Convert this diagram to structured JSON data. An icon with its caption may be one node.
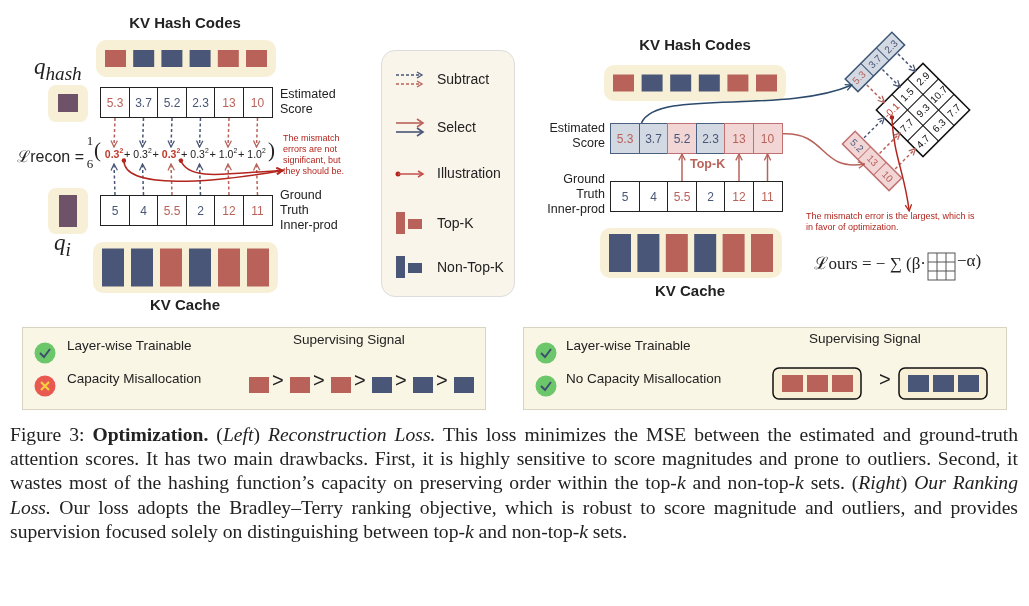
{
  "diagram": {
    "caption": "Figure 3: **Optimization.** (*Left*) *Reconstruction Loss.* This loss minimizes the MSE between the estimated and ground-truth attention scores. It has two main drawbacks. First, it is highly sensitive to score magnitudes and prone to outliers. Second, it wastes most of the hashing function’s capacity on preserving order within the top-*k* and non-top-*k* sets. (*Right*) *Our Ranking Loss.* Our loss adopts the Bradley–Terry ranking objective, which is robust to score magnitude and outliers, and provides supervision focused solely on distinguishing between top-*k* and non-top-*k* sets.",
    "nodes": [
      {
        "text": [
          "5.3"
        ]
      },
      {
        "text": [
          "3.7"
        ]
      },
      {
        "text": [
          "5.2"
        ]
      },
      {
        "text": [
          "2.3"
        ]
      },
      {
        "text": [
          "13"
        ]
      },
      {
        "text": [
          "10"
        ]
      },
      {
        "text": [
          "0.3$^{2}$"
        ]
      },
      {
        "text": [
          "0.3$^{2}$"
        ]
      },
      {
        "text": [
          "0.3$^{2}$"
        ]
      },
      {
        "text": [
          "0.3$^{2}$"
        ]
      },
      {
        "text": [
          "1.0$^{2}$"
        ]
      },
      {
        "text": [
          "1.0$^{2}$"
        ]
      },
      {
        "text": [
          "5"
        ]
      },
      {
        "text": [
          "4"
        ]
      },
      {
        "text": [
          "5.5"
        ]
      },
      {
        "text": [
          "2"
        ]
      },
      {
        "text": [
          "12"
        ]
      },
      {
        "text": [
          "11"
        ]
      },
      {
        "text": [
          "The mismatch errors are not significant, but they should be."
        ]
      },
      {
        "text": [
          "5.3"
        ]
      },
      {
        "text": [
          "3.7"
        ]
      },
      {
        "text": [
          "5.2"
        ]
      },
      {
        "text": [
          "2.3"
        ]
      },
      {
        "text": [
          "13"
        ]
      },
      {
        "text": [
          "10"
        ]
      },
      {
        "text": [
          "5"
        ]
      },
      {
        "text": [
          "4"
        ]
      },
      {
        "text": [
          "5.5"
        ]
      },
      {
        "text": [
          "2"
        ]
      },
      {
        "text": [
          "12"
        ]
      },
      {
        "text": [
          "11"
        ]
      },
      {
        "text": [
          "5.3"
        ]
      },
      {
        "text": [
          "3.7"
        ]
      },
      {
        "text": [
          "2.3"
        ]
      },
      {
        "text": [
          "5.2"
        ]
      },
      {
        "text": [
          "13"
        ]
      },
      {
        "text": [
          "10"
        ]
      },
      {
        "text": [
          "-0.1"
        ]
      },
      {
        "text": [
          "1.5"
        ]
      },
      {
        "text": [
          "2.9"
        ]
      },
      {
        "text": [
          "7.7"
        ]
      },
      {
        "text": [
          "9.3"
        ]
      },
      {
        "text": [
          "10.7"
        ]
      },
      {
        "text": [
          "4.7"
        ]
      },
      {
        "text": [
          "6.3"
        ]
      },
      {
        "text": [
          "7.7"
        ]
      },
      {
        "text": [
          "The mismatch error is the largest, which is in favor of optimization."
        ]
      },
      {
        "text": [
          "Layer-wise Trainable",
          "Capacity Misallocation",
          "Supervising Signal",
          ">",
          ">",
          ">",
          ">",
          ">"
        ]
      },
      {
        "text": [
          "Layer-wise Trainable",
          "No Capacity Misallocation",
          "Supervising Signal",
          ">"
        ]
      }
    ],
    "edges": [
      {
        "from": 0,
        "to": 6,
        "arrow": "to",
        "style": "dashed"
      },
      {
        "from": 1,
        "to": 7,
        "arrow": "to",
        "style": "dashed",
        "color": "#4a5677"
      },
      {
        "from": 2,
        "to": 8,
        "arrow": "to",
        "style": "dashed",
        "color": "#4a5677"
      },
      {
        "from": 3,
        "to": 9,
        "arrow": "to",
        "style": "dashed",
        "color": "#4a5677"
      },
      {
        "from": 4,
        "to": 10,
        "arrow": "to",
        "style": "dashed"
      },
      {
        "from": 5,
        "to": 11,
        "arrow": "to",
        "style": "dashed"
      },
      {
        "from": 12,
        "to": 6,
        "arrow": "to",
        "style": "dashed",
        "color": "#4a5677"
      },
      {
        "from": 13,
        "to": 7,
        "arrow": "to",
        "style": "dashed",
        "color": "#4a5677"
      },
      {
        "from": 14,
        "to": 8,
        "arrow": "to",
        "style": "dashed"
      },
      {
        "from": 15,
        "to": 9,
        "arrow": "to",
        "style": "dashed",
        "color": "#4a5677"
      },
      {
        "from": 16,
        "to": 10,
        "arrow": "to",
        "style": "dashed"
      },
      {
        "from": 17,
        "to": 11,
        "arrow": "to",
        "style": "dashed"
      },
      {
        "from": 6,
        "to": 18,
        "arrow": "to",
        "color": "#b3261e"
      },
      {
        "from": 8,
        "to": 18,
        "arrow": "to",
        "color": "#b3261e"
      },
      {
        "from": 27,
        "to": 21,
        "arrow": "to"
      },
      {
        "from": 29,
        "to": 23,
        "arrow": "to"
      },
      {
        "from": 30,
        "to": 24,
        "arrow": "to"
      },
      {
        "from": 20,
        "to": 31,
        "arrow": "to",
        "color": "#2c4a6b"
      },
      {
        "from": 24,
        "to": 35,
        "arrow": "to"
      },
      {
        "from": 31,
        "to": 37,
        "arrow": "to",
        "style": "dashed"
      },
      {
        "from": 32,
        "to": 38,
        "arrow": "to",
        "style": "dashed",
        "color": "#4a5677"
      },
      {
        "from": 33,
        "to": 39,
        "arrow": "to",
        "style": "dashed",
        "color": "#4a5677"
      },
      {
        "from": 34,
        "to": 37,
        "arrow": "to",
        "style": "dashed",
        "color": "#4a5677"
      },
      {
        "from": 35,
        "to": 40,
        "arrow": "to",
        "style": "dashed"
      },
      {
        "from": 36,
        "to": 43,
        "arrow": "to",
        "style": "dashed"
      },
      {
        "from": 37,
        "to": 46,
        "arrow": "to",
        "color": "#b3261e"
      }
    ],
    "labels": [
      "KV Hash Codes",
      "q$_{hash}$",
      "Estimated Score",
      "ℒrecon =",
      "1",
      "6",
      "(",
      "+",
      "+",
      "+",
      "+",
      "+",
      ")",
      "Ground Truth Inner-prod",
      "q$_{i}$",
      "KV Cache",
      "KV Hash Codes",
      "Estimated Score",
      "Top-K",
      "Ground Truth Inner-prod",
      "KV Cache",
      "ℒours = − ∑ (β·",
      "−α)"
    ],
    "legend": [
      {
        "text": "Subtract"
      },
      {
        "text": "Select"
      },
      {
        "text": "Illustration"
      },
      {
        "text": "Top-K"
      },
      {
        "text": "Non-Top-K"
      }
    ]
  }
}
